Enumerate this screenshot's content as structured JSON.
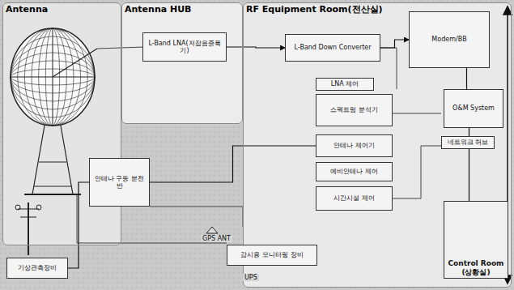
{
  "diagram": {
    "nodes": [
      {
        "text": [
          "Antenna"
        ]
      },
      {
        "text": [
          "Antenna HUB"
        ]
      },
      {
        "text": [
          "RF Equipment Room(전산실)"
        ]
      },
      {
        "text": [
          "L-Band LNA(저잡음증폭기)"
        ],
        "in": 1
      },
      {
        "text": [
          "L-Band Down Converter"
        ],
        "in": 2
      },
      {
        "text": [
          "Modem/BB"
        ],
        "in": 2
      },
      {
        "text": [
          "LNA 제어"
        ],
        "in": 2
      },
      {
        "text": [
          "스펙트럼 분석기"
        ],
        "in": 2
      },
      {
        "text": [
          "안테나 제어기"
        ],
        "in": 2
      },
      {
        "text": [
          "예비안테나 제어"
        ],
        "in": 2
      },
      {
        "text": [
          "시간시설 제어"
        ],
        "in": 2
      },
      {
        "text": [
          "O&M System"
        ],
        "in": 2
      },
      {
        "text": [
          "네트워크 허브"
        ],
        "in": 2
      },
      {
        "text": [
          "Control Room (상황실)"
        ],
        "in": 2
      },
      {
        "text": [
          "안테나 구동 분전반"
        ]
      },
      {
        "text": [
          "기상관측장비"
        ]
      },
      {
        "text": [
          "감시용 모니터링 장비"
        ]
      }
    ],
    "edges": [
      {
        "from": 3,
        "to": 4,
        "arrow": "to"
      },
      {
        "from": 4,
        "to": 5,
        "arrow": "to"
      },
      {
        "from": 5,
        "to": 11,
        "arrow": "none"
      },
      {
        "from": 11,
        "to": 12,
        "arrow": "none"
      },
      {
        "from": 12,
        "to": 13,
        "arrow": "none"
      },
      {
        "from": 14,
        "to": 8,
        "arrow": "none"
      },
      {
        "from": 14,
        "to": 15,
        "arrow": "none"
      }
    ],
    "labels": [
      "GPS ANT",
      "UPS"
    ]
  }
}
